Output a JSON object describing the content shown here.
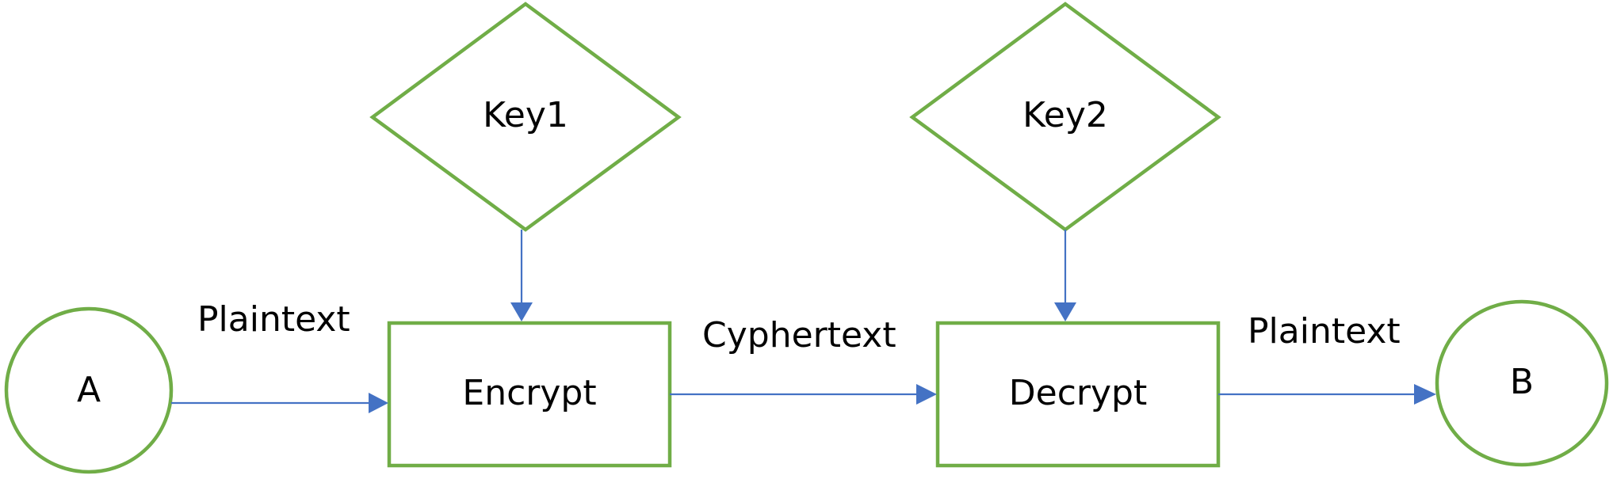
{
  "diagram": {
    "nodes": {
      "a": "A",
      "b": "B",
      "key1": "Key1",
      "key2": "Key2",
      "encrypt": "Encrypt",
      "decrypt": "Decrypt"
    },
    "edges": {
      "a_to_encrypt": "Plaintext",
      "encrypt_to_decrypt": "Cyphertext",
      "decrypt_to_b": "Plaintext"
    },
    "colors": {
      "shape_outline": "#70AD47",
      "arrow": "#4472C4",
      "text": "#000000",
      "background": "#FFFFFF"
    }
  }
}
